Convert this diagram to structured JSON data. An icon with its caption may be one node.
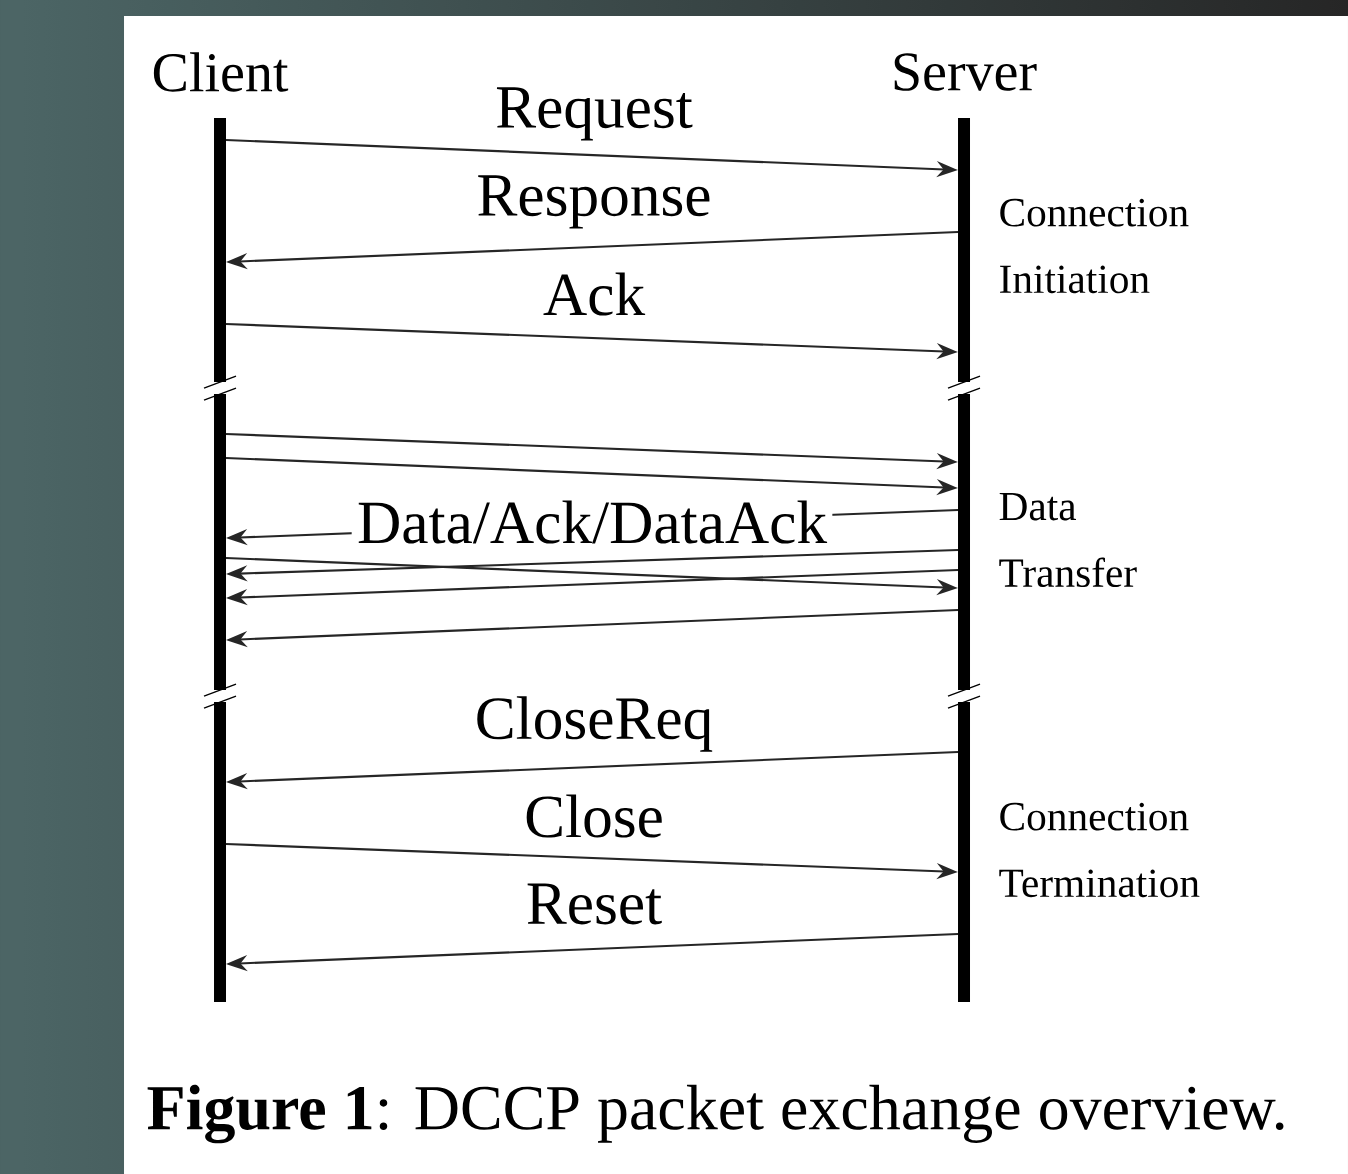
{
  "diagram": {
    "caption": "**Figure 1**: DCCP packet exchange overview.",
    "nodes": [
      {
        "text": [
          "Client"
        ]
      },
      {
        "text": [
          "Server"
        ]
      }
    ],
    "edges": [
      {
        "from": 0,
        "to": 1,
        "arrow": "to",
        "label": "Request"
      },
      {
        "from": 1,
        "to": 0,
        "arrow": "to",
        "label": "Response"
      },
      {
        "from": 0,
        "to": 1,
        "arrow": "to",
        "label": "Ack"
      },
      {
        "from": 0,
        "to": 1,
        "arrow": "to"
      },
      {
        "from": 0,
        "to": 1,
        "arrow": "to"
      },
      {
        "from": 1,
        "to": 0,
        "arrow": "to",
        "label": "Data/Ack/DataAck"
      },
      {
        "from": 1,
        "to": 0,
        "arrow": "to"
      },
      {
        "from": 1,
        "to": 0,
        "arrow": "to"
      },
      {
        "from": 0,
        "to": 1,
        "arrow": "to"
      },
      {
        "from": 1,
        "to": 0,
        "arrow": "to"
      },
      {
        "from": 1,
        "to": 0,
        "arrow": "to",
        "label": "CloseReq"
      },
      {
        "from": 0,
        "to": 1,
        "arrow": "to",
        "label": "Close"
      },
      {
        "from": 1,
        "to": 0,
        "arrow": "to",
        "label": "Reset"
      }
    ],
    "labels": [
      "Connection Initiation",
      "Data Transfer",
      "Connection Termination"
    ]
  }
}
